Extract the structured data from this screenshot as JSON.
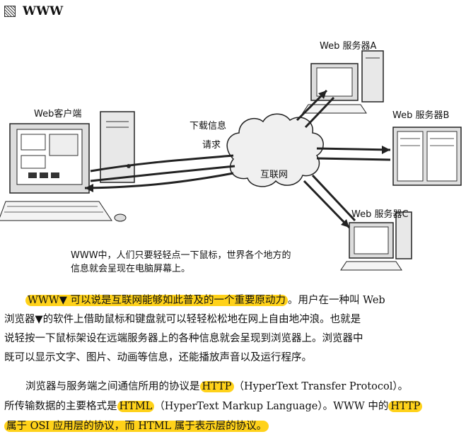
{
  "heading": "WWW",
  "labels": {
    "client": "Web客户端",
    "server_a": "Web 服务器A",
    "server_b": "Web 服务器B",
    "server_c": "Web 服务器C",
    "download": "下载信息",
    "request": "请求",
    "internet": "互联网"
  },
  "caption": {
    "line1": "WWW中，人们只要轻轻点一下鼠标，世界各个地方的",
    "line2": "信息就会呈现在电脑屏幕上。"
  },
  "body": {
    "p1_hl": "WWW▼ 可以说是互联网能够如此普及的一个重要原动力",
    "p1_rest1": "。用户在一种叫 Web",
    "p1_line2": "浏览器▼的软件上借助鼠标和键盘就可以轻轻松松地在网上自由地冲浪。也就是",
    "p1_line3": "说轻按一下鼠标架设在远端服务器上的各种信息就会呈现到浏览器上。浏览器中",
    "p1_line4": "既可以显示文字、图片、动画等信息，还能播放声音以及运行程序。",
    "p2_a": "浏览器与服务端之间通信所用的协议是",
    "p2_http": "HTTP",
    "p2_b": "（HyperText Transfer Protocol）。",
    "p3_a": "所传输数据的主要格式是",
    "p3_html": "HTML",
    "p3_b": "（HyperText Markup Language）。WWW 中的",
    "p3_http": "HTTP",
    "p4_hl": "属于 OSI 应用层的协议，而 HTML 属于表示层的协议。"
  },
  "colors": {
    "highlight": "#ffd21a"
  }
}
